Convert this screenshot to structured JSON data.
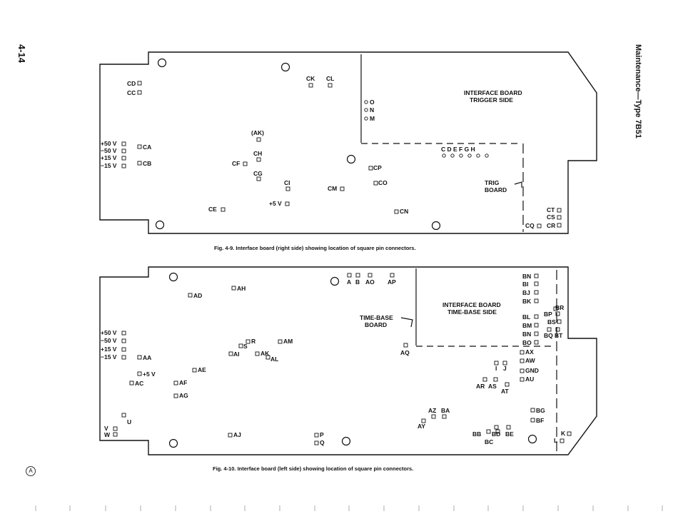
{
  "page": {
    "page_number": "4-14",
    "header": "Maintenance—Type 7B51",
    "mark": "A"
  },
  "fig_top": {
    "caption": "Fig. 4-9.  Interface board (right side) showing location of square pin connectors.",
    "title_line1": "INTERFACE BOARD",
    "title_line2": "TRIGGER SIDE",
    "subboard_line1": "TRIG",
    "subboard_line2": "BOARD",
    "labels": {
      "CD": "CD",
      "CC": "CC",
      "CK": "CK",
      "CL": "CL",
      "O": "O",
      "N": "N",
      "M": "M",
      "AK": "(AK)",
      "p50": "+50 V",
      "m50": "−50 V",
      "p15": "+15 V",
      "m15": "−15 V",
      "CA": "CA",
      "CB": "CB",
      "CH": "CH",
      "CF": "CF",
      "CG": "CG",
      "CP": "CP",
      "CI": "CI",
      "CO": "CO",
      "CM": "CM",
      "TEST_CDEFGH": "C  D  E  F  G  H",
      "CE": "CE",
      "p5": "+5 V",
      "CN": "CN",
      "CT": "CT",
      "CS": "CS",
      "CQ": "CQ",
      "CR": "CR"
    }
  },
  "fig_bottom": {
    "caption": "Fig. 4-10.  Interface board (left side) showing location of square pin connectors.",
    "title_line1": "INTERFACE BOARD",
    "title_line2": "TIME-BASE SIDE",
    "subboard_line1": "TIME-BASE",
    "subboard_line2": "BOARD",
    "labels": {
      "AD": "AD",
      "AH": "AH",
      "A": "A",
      "B": "B",
      "AO": "AO",
      "AP": "AP",
      "BN": "BN",
      "BI": "BI",
      "BJ": "BJ",
      "BK": "BK",
      "BR": "BR",
      "BP": "BP",
      "BL": "BL",
      "BS": "BS",
      "BM": "BM",
      "BN2": "BN",
      "BQ": "BQ",
      "BT": "BT",
      "BO": "BO",
      "p50": "+50 V",
      "m50": "−50 V",
      "p15": "+15 V",
      "m15": "−15 V",
      "R": "R",
      "S": "S",
      "AM": "AM",
      "AI": "AI",
      "AK": "AK",
      "AL": "AL",
      "AA": "AA",
      "AQ": "AQ",
      "AX": "AX",
      "AW": "AW",
      "I": "I",
      "J": "J",
      "GND": "GND",
      "AU": "AU",
      "AE": "AE",
      "p5": "+5 V",
      "AC": "AC",
      "AF": "AF",
      "AG": "AG",
      "AR": "AR",
      "AS": "AS",
      "AT": "AT",
      "AZ": "AZ",
      "BA": "BA",
      "BG": "BG",
      "AY": "AY",
      "BF": "BF",
      "U": "U",
      "V": "V",
      "W": "W",
      "AJ": "AJ",
      "P": "P",
      "Q": "Q",
      "BB": "BB",
      "BD": "BD",
      "BE": "BE",
      "BC": "BC",
      "K": "K",
      "L": "L"
    }
  }
}
